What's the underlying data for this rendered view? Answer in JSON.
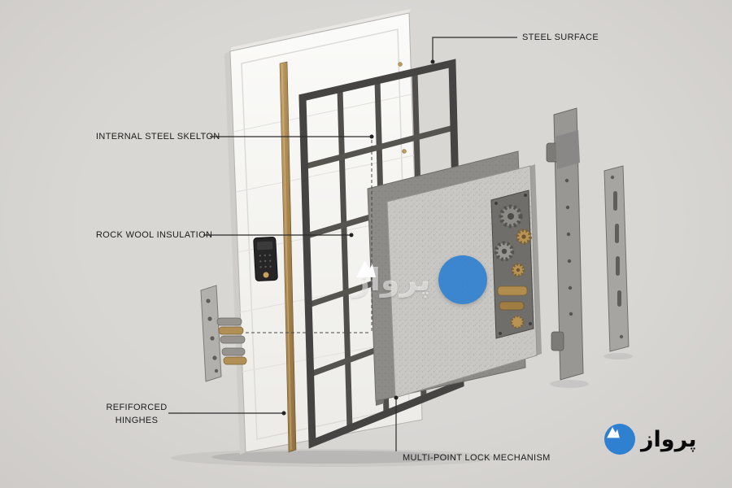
{
  "colors": {
    "background": "#d6d4d1",
    "accent_blue": "#2f80d0",
    "brass": "#b08d57",
    "steel_frame": "#4e4d4a",
    "steel_surface": "#c8c7c3",
    "label_text": "#1c1c1c"
  },
  "callouts": {
    "steel_surface": {
      "label": "STEEL SURFACE"
    },
    "internal_steel_skelton": {
      "label": "INTERNAL STEEL SKELTON"
    },
    "rock_wool_insulation": {
      "label": "ROCK WOOL INSULATION"
    },
    "reinforced_hinges": {
      "line1": "REFIFORCED",
      "line2": "HINGHES"
    },
    "multi_point_lock": {
      "label": "MULTI-POINT LOCK MECHANISM"
    }
  },
  "watermark": {
    "text": "پرواز"
  },
  "brand_logo": {
    "text": "پرواز"
  }
}
